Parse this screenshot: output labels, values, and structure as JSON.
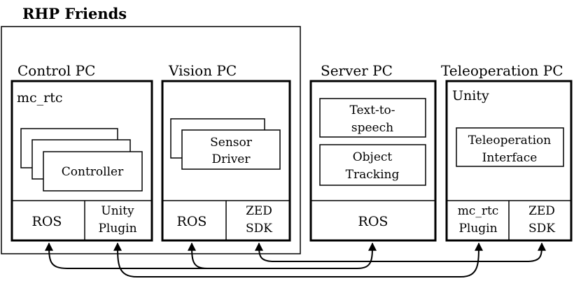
{
  "group_title": "RHP Friends",
  "pcs": {
    "control": {
      "title": "Control PC",
      "framework": "mc_rtc",
      "module": "Controller",
      "bottom": [
        "ROS",
        "Unity",
        "Plugin"
      ]
    },
    "vision": {
      "title": "Vision PC",
      "module": [
        "Sensor",
        "Driver"
      ],
      "bottom": [
        "ROS",
        "ZED",
        "SDK"
      ]
    },
    "server": {
      "title": "Server PC",
      "modules": [
        [
          "Text-to-",
          "speech"
        ],
        [
          "Object",
          "Tracking"
        ]
      ],
      "bottom": [
        "ROS"
      ]
    },
    "teleop": {
      "title": "Teleoperation PC",
      "framework": "Unity",
      "module": [
        "Teleoperation",
        "Interface"
      ],
      "bottom": [
        "mc_rtc",
        "Plugin",
        "ZED",
        "SDK"
      ]
    }
  }
}
